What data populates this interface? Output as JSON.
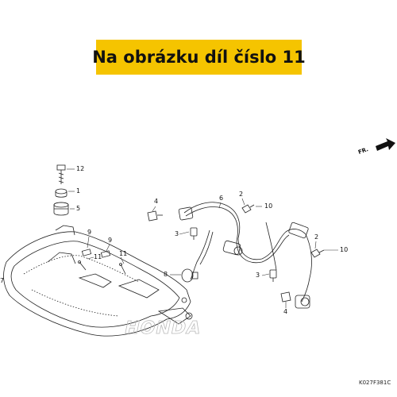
{
  "banner": {
    "text": "Na obrázku díl číslo 11",
    "color": "#f5c400"
  },
  "orientation": {
    "label": "FR."
  },
  "diagram_code": "K027F381C",
  "part_labels": {
    "p12": "12",
    "p1": "1",
    "p5": "5",
    "p7": "7",
    "p9a": "9",
    "p9b": "9",
    "p11a": "11",
    "p11b": "11",
    "p8": "8",
    "p4a": "4",
    "p3a": "3",
    "p6": "6",
    "p2a": "2",
    "p10a": "10",
    "p2b": "2",
    "p10b": "10",
    "p3b": "3",
    "p4b": "4"
  },
  "watermark": "HONDA"
}
